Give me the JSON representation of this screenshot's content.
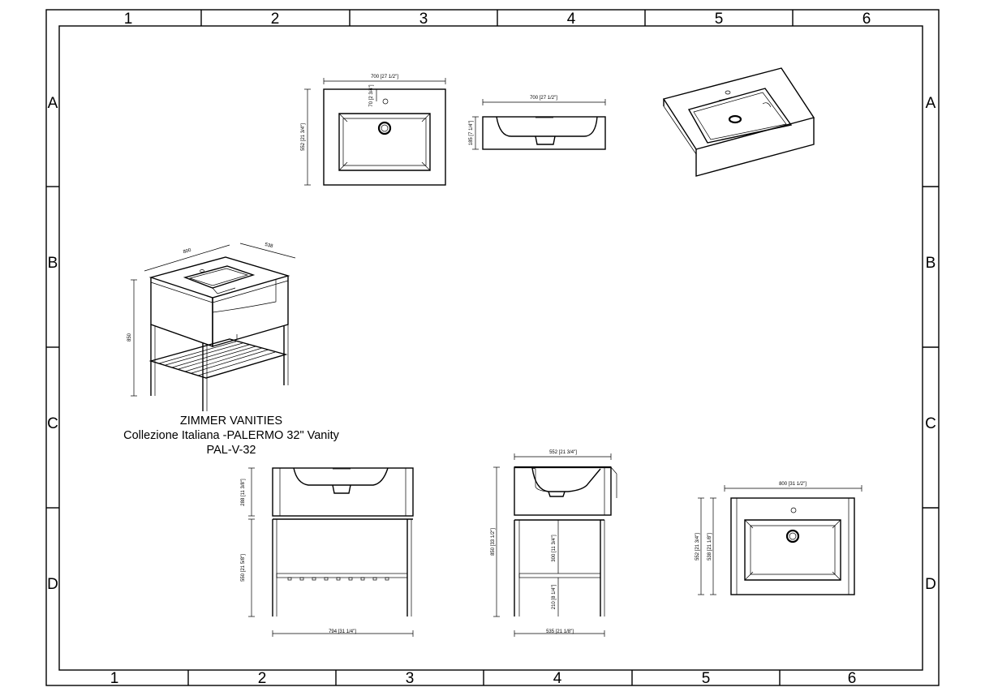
{
  "zones": {
    "columns": [
      "1",
      "2",
      "3",
      "4",
      "5",
      "6"
    ],
    "rows": [
      "A",
      "B",
      "C",
      "D"
    ]
  },
  "title_block": {
    "brand": "ZIMMER VANITIES",
    "product": "Collezione Italiana -PALERMO 32\" Vanity",
    "model": "PAL-V-32"
  },
  "dimensions": {
    "top_view_width": "700 [27 1/2\"]",
    "top_view_depth": "552 [21 3/4\"]",
    "top_view_faucet_offset": "70 [2 3/4\"]",
    "section_width": "700 [27 1/2\"]",
    "section_height": "185 [7 1/4\"]",
    "iso_width": "800",
    "iso_depth": "538",
    "iso_height": "850",
    "front_basin_height": "288 [11 3/8\"]",
    "front_leg_height": "550 [21 5/8\"]",
    "front_total_width": "794 [31 1/4\"]",
    "side_top_depth": "552 [21 3/4\"]",
    "side_total_height": "850 [33 1/2\"]",
    "side_shelf_gap": "300 [11 3/4\"]",
    "side_shelf_height": "210 [8 1/4\"]",
    "side_base_depth": "535 [21 1/8\"]",
    "plan_width": "800 [31 1/2\"]",
    "plan_depth_outer": "552 [21 3/4\"]",
    "plan_depth_inner": "538 [21 1/8\"]"
  }
}
